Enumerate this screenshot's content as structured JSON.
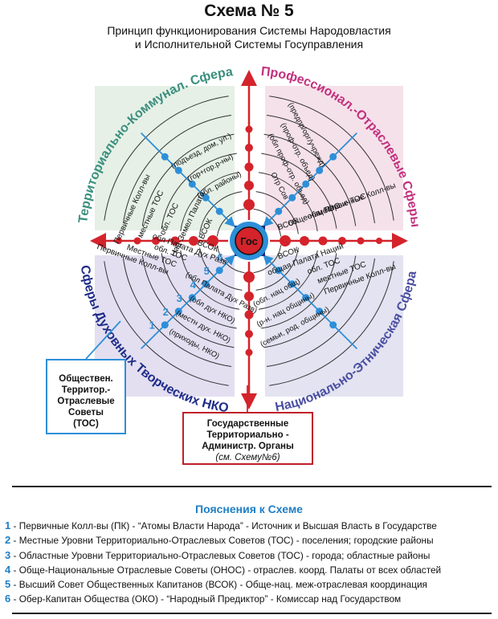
{
  "title": "Схема № 5",
  "subtitle_line1": "Принцип функционирования Системы Народовластия",
  "subtitle_line2": "и Исполнительной Системы Госуправления",
  "center_label": "Гос",
  "colors": {
    "top_left_bg": "#e6f0e6",
    "top_right_bg": "#f5e1ea",
    "bottom_left_bg": "#e3dff1",
    "bottom_right_bg": "#e3e3f1",
    "axis_red": "#d4232b",
    "diag_blue": "#2d8fd8",
    "legend_blue": "#1f7fc6"
  },
  "sphere_titles": {
    "top_left": "Территориально-Коммунал. Сфера",
    "top_right": "Профессионал.-Отраслевые Сферы",
    "bottom_left": "Сферы Духовных Творческих НКО",
    "bottom_right": "Национально-Этническая Сфера"
  },
  "level_numbers": [
    "6",
    "5",
    "4",
    "3",
    "2",
    "1"
  ],
  "ring_labels": {
    "top_left": {
      "horizontal": [
        "Первичные Колл-вы",
        "местные ТОС",
        "обл. ТОС",
        "Нац-Земел Палата",
        "ВСОК"
      ],
      "diagonal": [
        "(подъезд, дом, ул.)",
        "(гор+гор.р-ны)",
        "(обл. районы)"
      ]
    },
    "top_right": {
      "horizontal": [
        "Первичные Колл-вы",
        "местные ТОС",
        "обл. ТОС",
        "обще-нац",
        "ВСОК"
      ],
      "diagonal": [
        "(предпр/орг/учрежд)",
        "(проф-отр. объед)",
        "(обл проф-отр. объед)",
        "Отр Сов"
      ]
    },
    "bottom_left": {
      "horizontal": [
        "Первичные Колл-вы",
        "Местные ТОС",
        "обл. ТОС",
        "обл Палата Дух Разв",
        "ВСОК"
      ],
      "diagonal": [
        "(приходы, НКО)",
        "(местн дух. НКО)",
        "(обл дух НКО)",
        "(обл Палата Дух Разв)"
      ]
    },
    "bottom_right": {
      "horizontal": [
        "Первичные Колл-вы",
        "местные ТОС",
        "обл. ТОС",
        "общая Палата Наций",
        "ВСОК"
      ],
      "diagonal": [
        "(семьи, род. общины)",
        "(р-н. нац общины)",
        "(обл. нац общ)"
      ]
    }
  },
  "box_tos": [
    "Обществен.",
    "Территор.-",
    "Отраслевые",
    "Советы",
    "(ТОС)"
  ],
  "box_gos": [
    "Государственные",
    "Территориально -",
    "Администр. Органы"
  ],
  "box_gos_note": "(см. Схему№6)",
  "legend_title": "Пояснения к Схеме",
  "legend": [
    {
      "num": "1",
      "text": "- Первичные Колл-вы (ПК) - “Атомы Власти Народа” - Источник и Высшая Власть в Государстве"
    },
    {
      "num": "2",
      "text": "- Местные Уровни Территориально-Отраслевых Советов (ТОС) - поселения; городские районы"
    },
    {
      "num": "3",
      "text": "- Областные Уровни Территориально-Отраслевых Советов (ТОС) - города; областные районы"
    },
    {
      "num": "4",
      "text": "- Обще-Национальные Отраслевые Советы (ОНОС) - отраслев. коорд. Палаты от всех областей"
    },
    {
      "num": "5",
      "text": "- Высший Совет Общественных Капитанов (ВСОК) - Обще-нац. меж-отраслевая координация"
    },
    {
      "num": "6",
      "text": "- Обер-Капитан Общества (ОКО) - “Народный Предиктор” - Комиссар над Государством"
    }
  ]
}
